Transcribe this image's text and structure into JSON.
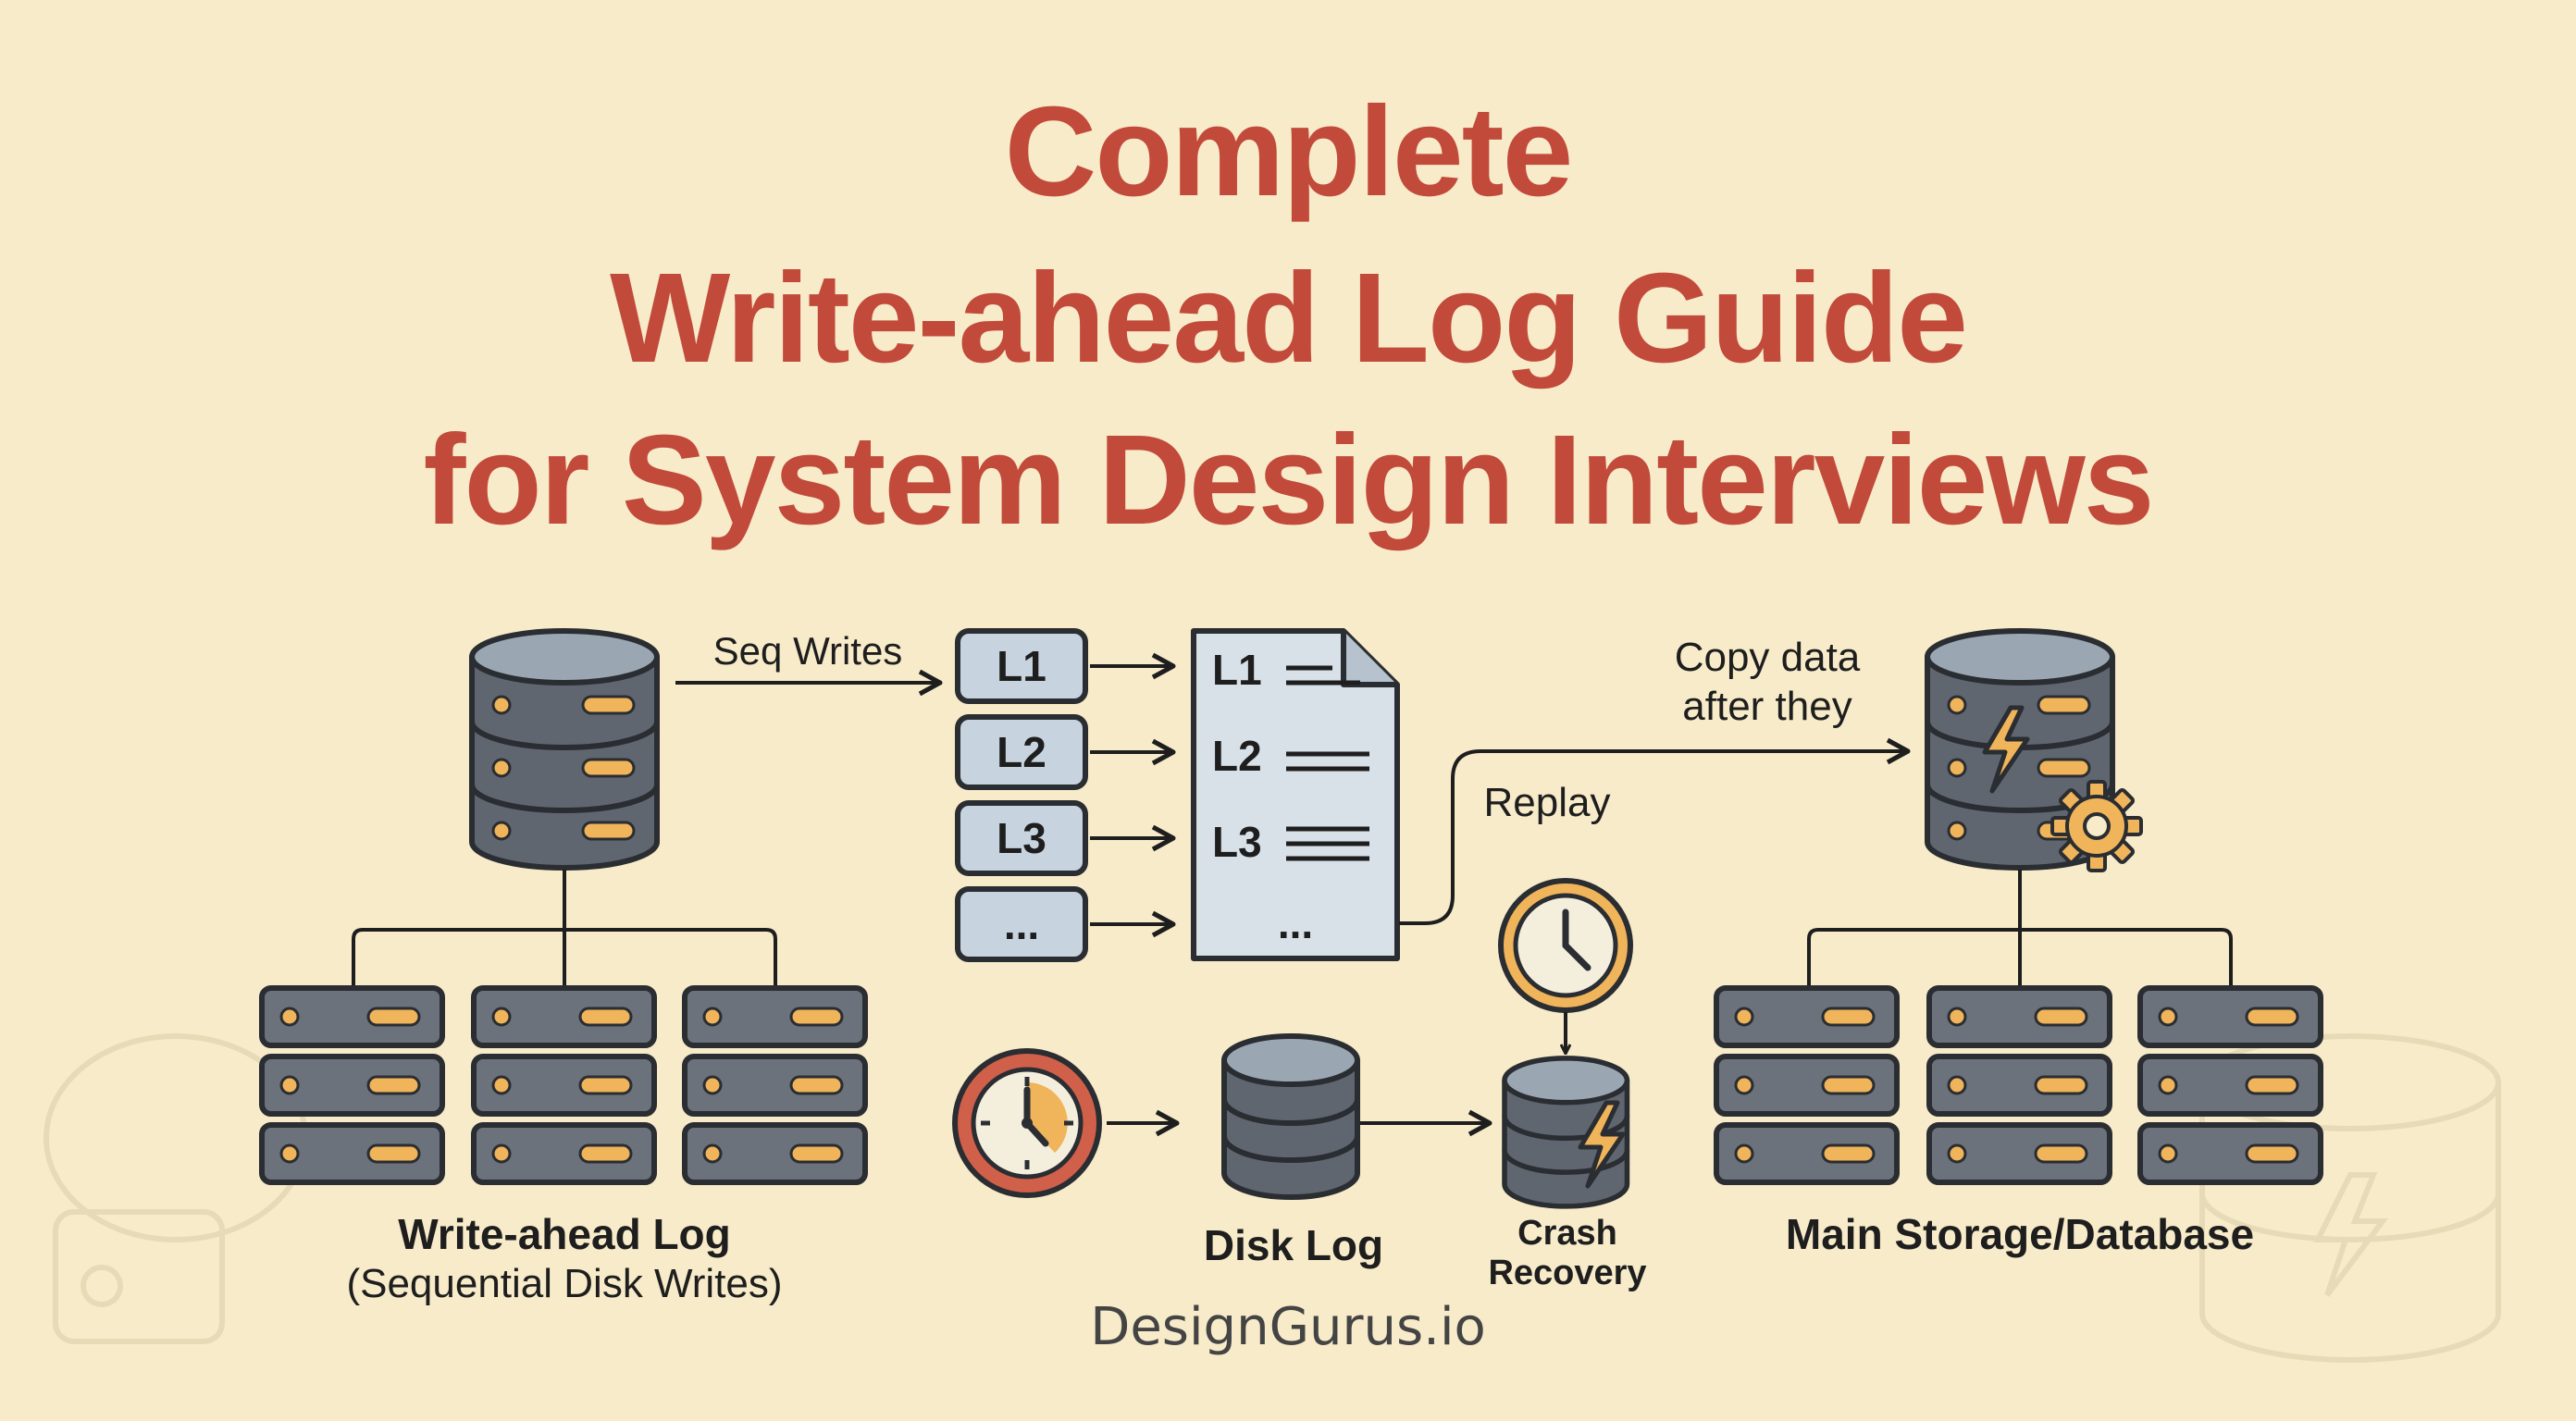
{
  "title": {
    "line1": "Complete",
    "line2": "Write-ahead Log Guide",
    "line3": "for System Design Interviews"
  },
  "colors": {
    "background": "#f7ebc9",
    "title": "#c24a3a",
    "server": "#5f6670",
    "server_light": "#9ca3ab",
    "accent": "#f0b45a",
    "log_box": "#c7d3de",
    "clock_ring": "#d0604a"
  },
  "left": {
    "arrow_label": "Seq Writes",
    "caption_line1": "Write-ahead Log",
    "caption_line2": "(Sequential Disk Writes)"
  },
  "log_entries": [
    "L1",
    "L2",
    "L3",
    "..."
  ],
  "document": {
    "lines": [
      "L1",
      "L2",
      "L3",
      "..."
    ]
  },
  "right": {
    "copy_label_line1": "Copy data",
    "copy_label_line2": "after they",
    "replay_label": "Replay",
    "caption": "Main Storage/Database"
  },
  "bottom": {
    "disk_log": "Disk Log",
    "crash_line1": "Crash",
    "crash_line2": "Recovery"
  },
  "icons": [
    "database-icon",
    "server-rack-icon",
    "document-icon",
    "clock-icon",
    "lightning-icon",
    "gear-icon"
  ],
  "footer": "DesignGurus.io"
}
